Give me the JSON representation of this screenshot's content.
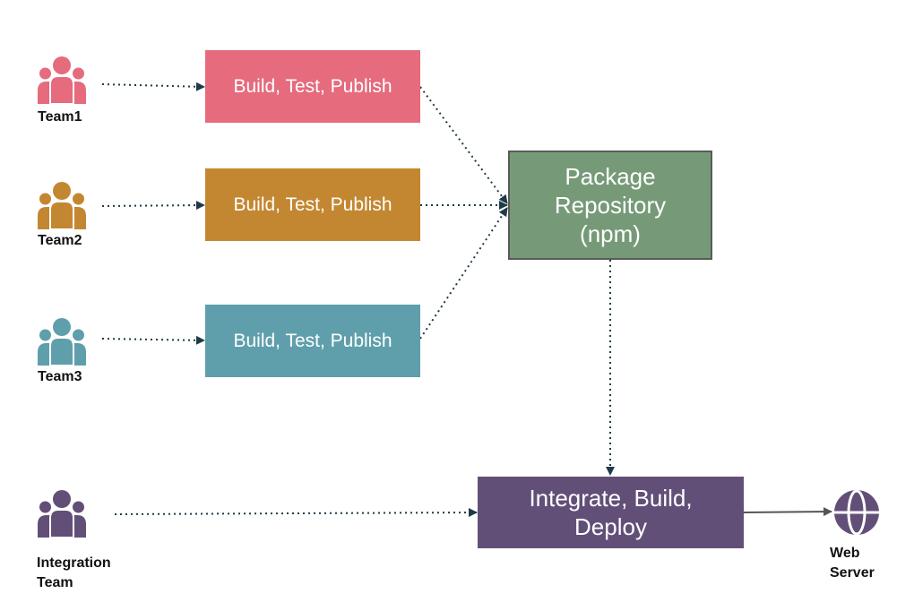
{
  "colors": {
    "team1": "#e56b7d",
    "team2": "#c38731",
    "team3": "#5f9fac",
    "integration": "#624f78",
    "repository": "#769a78",
    "arrow": "#1f3b47"
  },
  "teams": [
    {
      "label": "Team1",
      "box_label": "Build, Test, Publish",
      "icon": "team-icon"
    },
    {
      "label": "Team2",
      "box_label": "Build, Test, Publish",
      "icon": "team-icon"
    },
    {
      "label": "Team3",
      "box_label": "Build, Test, Publish",
      "icon": "team-icon"
    }
  ],
  "repository": {
    "label": "Package\nRepository\n(npm)"
  },
  "integration": {
    "team_label": "Integration\nTeam",
    "box_label": "Integrate, Build,\nDeploy",
    "icon": "team-icon"
  },
  "web_server": {
    "label": "Web\nServer",
    "icon": "globe-icon"
  }
}
